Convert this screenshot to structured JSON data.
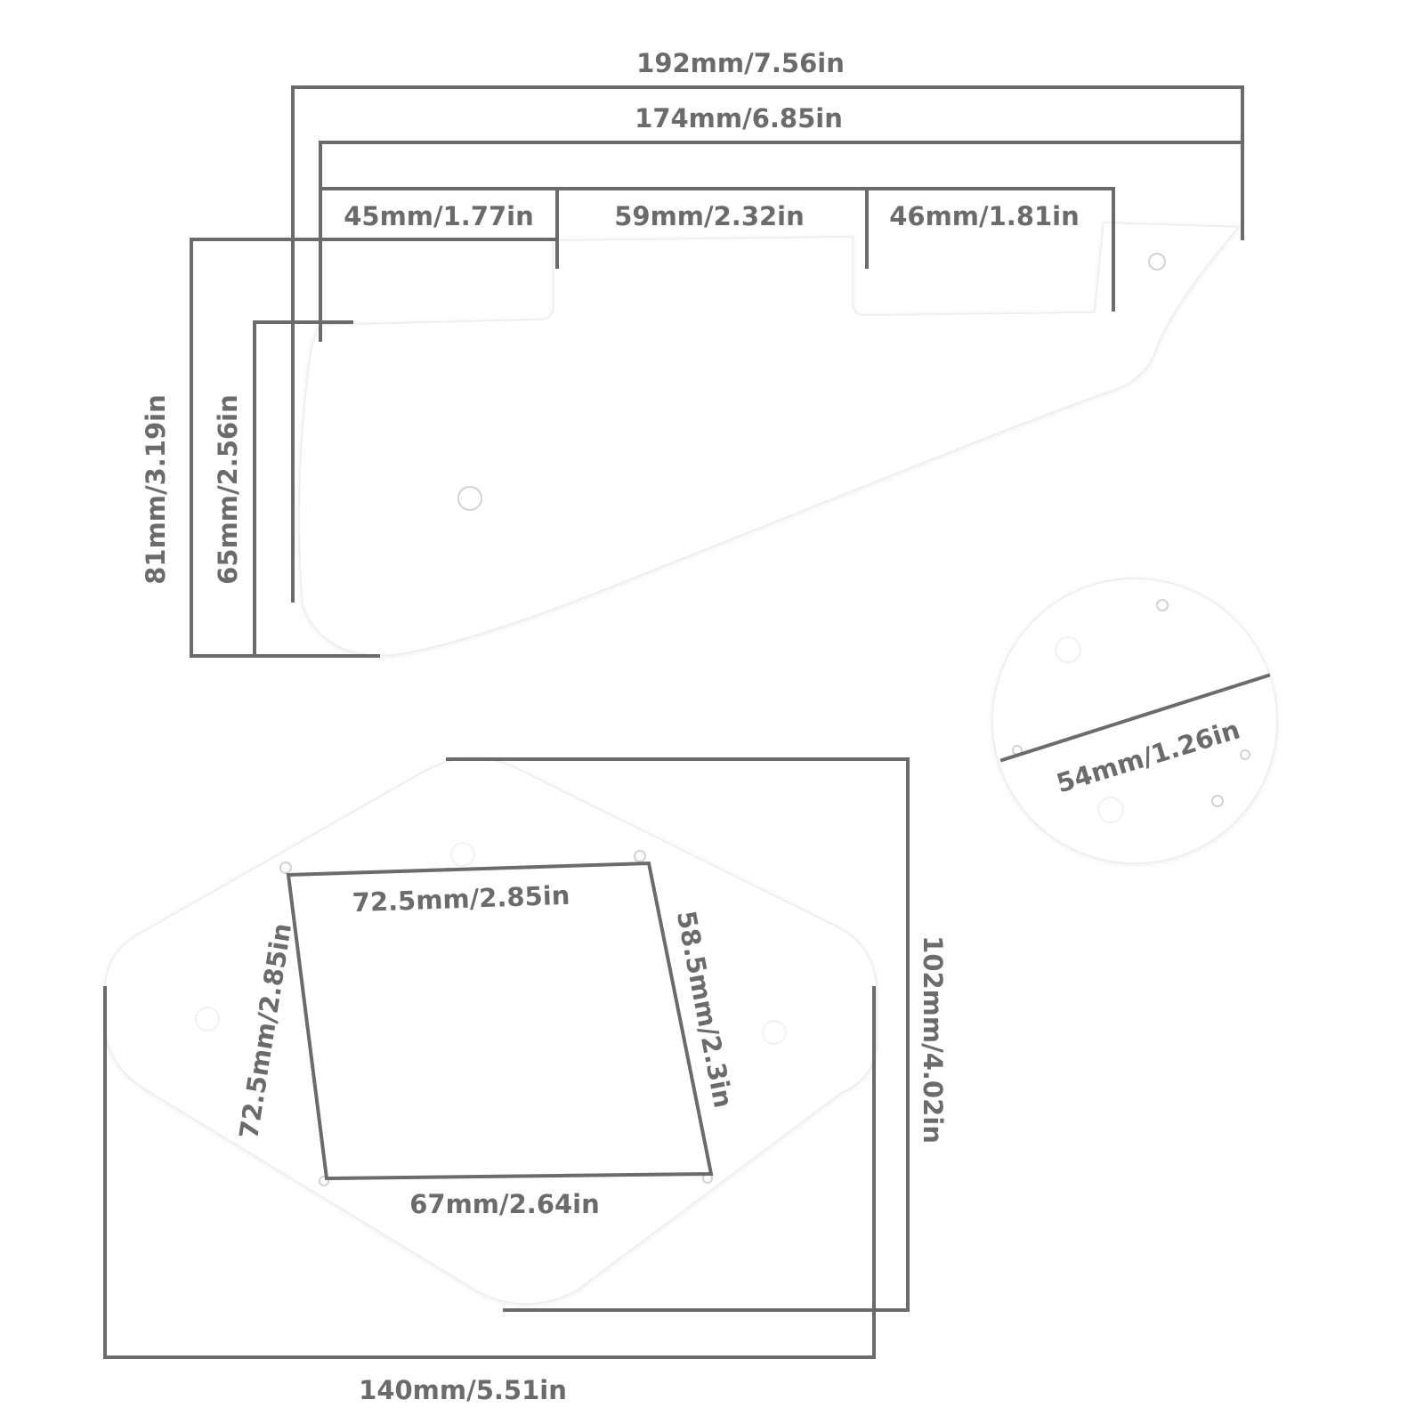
{
  "colors": {
    "dimension": "#6b6b6b",
    "part": "#ffffff",
    "background": "#ffffff"
  },
  "pickguard": {
    "total_length": "192mm/7.56in",
    "body_length": "174mm/6.85in",
    "segment_1": "45mm/1.77in",
    "segment_2": "59mm/2.32in",
    "segment_3": "46mm/1.81in",
    "total_height": "81mm/3.19in",
    "edge_height": "65mm/2.56in"
  },
  "round_cover": {
    "diameter": "54mm/1.26in"
  },
  "back_plate": {
    "top": "72.5mm/2.85in",
    "left": "72.5mm/2.85in",
    "right": "58.5mm/2.3in",
    "bottom": "67mm/2.64in",
    "height": "102mm/4.02in",
    "width": "140mm/5.51in"
  }
}
